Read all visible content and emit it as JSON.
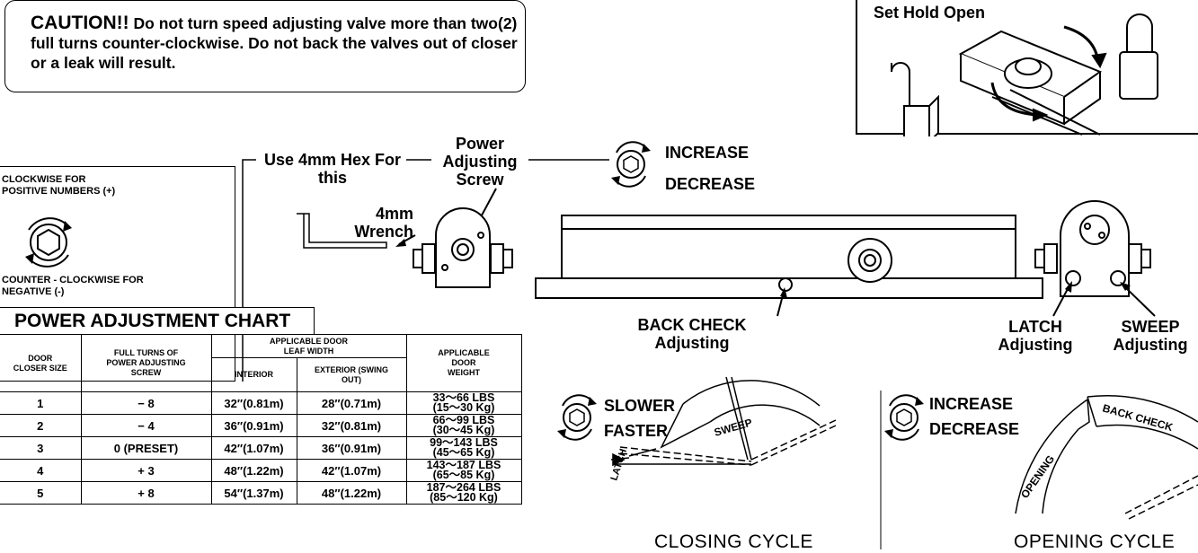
{
  "caution": {
    "heading": "CAUTION!!",
    "text": "Do not turn speed adjusting valve more than two(2) full turns counter-clockwise. Do not back the valves out of closer or a leak will result."
  },
  "hold_open": {
    "title": "Set Hold Open"
  },
  "rotation_legend": {
    "clockwise": "CLOCKWISE FOR POSITIVE NUMBERS (+)",
    "counter": "COUNTER - CLOCKWISE FOR NEGATIVE (-)"
  },
  "labels": {
    "hex_tool": "Use 4mm Hex For this",
    "power_screw": "Power Adjusting Screw",
    "wrench": "4mm Wrench",
    "increase": "INCREASE",
    "decrease": "DECREASE",
    "back_check": "BACK CHECK Adjusting",
    "latch": "LATCH Adjusting",
    "sweep": "SWEEP Adjusting"
  },
  "closing": {
    "slower": "SLOWER",
    "faster": "FASTER",
    "sweep_arc": "SWEEP",
    "latch_arc": "LATCH",
    "caption": "CLOSING CYCLE"
  },
  "opening": {
    "increase": "INCREASE",
    "decrease": "DECREASE",
    "opening_arc": "OPENING",
    "back_check_arc": "BACK CHECK",
    "caption": "OPENING CYCLE"
  },
  "power_chart": {
    "title": "POWER ADJUSTMENT CHART",
    "headers": {
      "size": "DOOR CLOSER SIZE",
      "turns": "FULL TURNS OF POWER ADJUSTING SCREW",
      "width": "APPLICABLE DOOR LEAF WIDTH",
      "interior": "INTERIOR",
      "exterior": "EXTERIOR (SWING OUT)",
      "weight": "APPLICABLE DOOR WEIGHT"
    },
    "rows": [
      {
        "size": "1",
        "turns": "− 8",
        "interior": "32″(0.81m)",
        "exterior": "28″(0.71m)",
        "weight_lbs": "33～66 LBS",
        "weight_kg": "(15～30 Kg)"
      },
      {
        "size": "2",
        "turns": "− 4",
        "interior": "36″(0.91m)",
        "exterior": "32″(0.81m)",
        "weight_lbs": "66～99 LBS",
        "weight_kg": "(30～45 Kg)"
      },
      {
        "size": "3",
        "turns": "0 (PRESET)",
        "interior": "42″(1.07m)",
        "exterior": "36″(0.91m)",
        "weight_lbs": "99～143 LBS",
        "weight_kg": "(45～65 Kg)"
      },
      {
        "size": "4",
        "turns": "+ 3",
        "interior": "48″(1.22m)",
        "exterior": "42″(1.07m)",
        "weight_lbs": "143～187 LBS",
        "weight_kg": "(65～85 Kg)"
      },
      {
        "size": "5",
        "turns": "+ 8",
        "interior": "54″(1.37m)",
        "exterior": "48″(1.22m)",
        "weight_lbs": "187～264 LBS",
        "weight_kg": "(85～120 Kg)"
      }
    ]
  }
}
